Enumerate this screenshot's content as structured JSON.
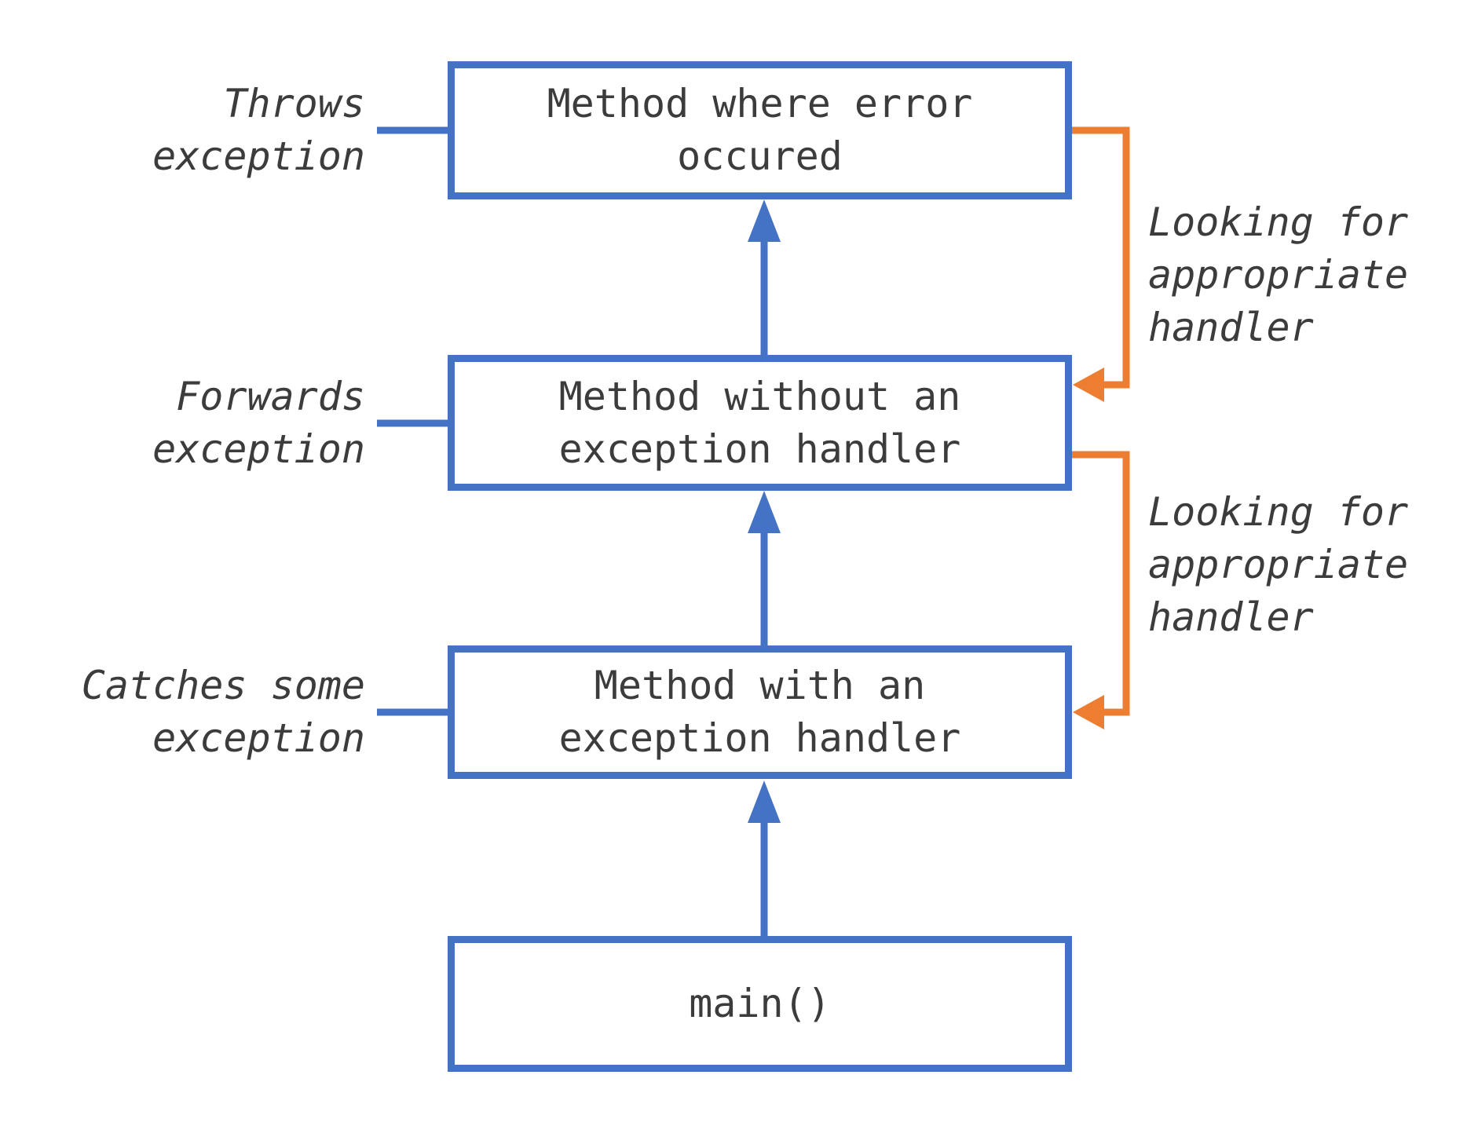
{
  "diagram": {
    "title": "exception-propagation-call-stack",
    "nodes": [
      {
        "label": "Method where error occured"
      },
      {
        "label": "Method without an exception handler"
      },
      {
        "label": "Method with an exception handler"
      },
      {
        "label": "main()"
      }
    ],
    "left_labels": [
      {
        "text": "Throws exception"
      },
      {
        "text": "Forwards exception"
      },
      {
        "text": "Catches some exception"
      }
    ],
    "right_labels": [
      {
        "text": "Looking for appropriate handler"
      },
      {
        "text": "Looking for appropriate handler"
      }
    ]
  },
  "colors": {
    "blue": "#4472C4",
    "orange": "#ED7D31",
    "text": "#3C3C3C",
    "bg": "#FFFFFF"
  }
}
